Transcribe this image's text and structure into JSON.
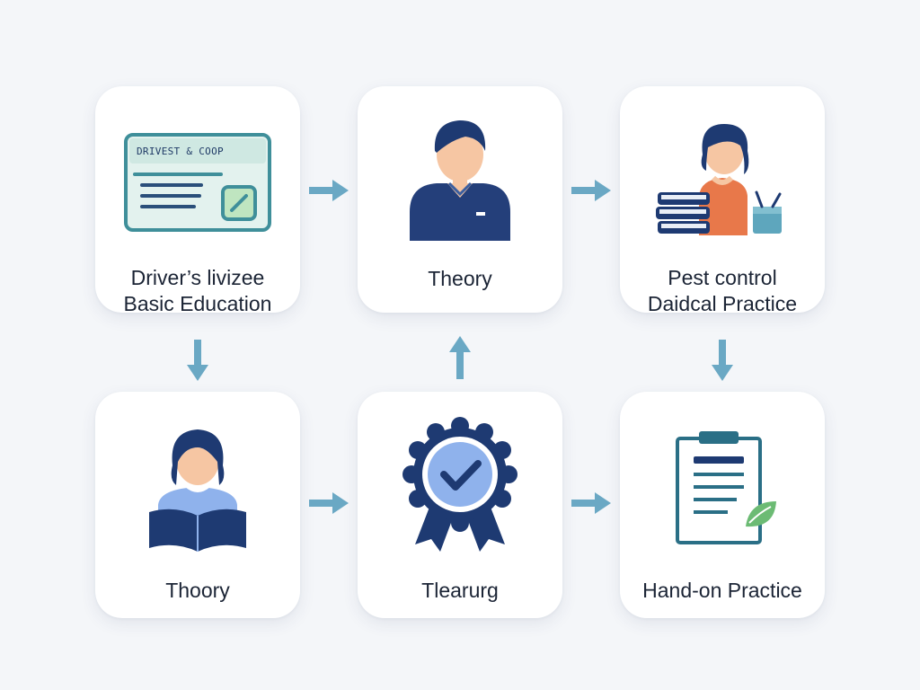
{
  "diagram": {
    "license_card_text": "DRIVEST & COOP",
    "steps": [
      {
        "line1": "Driver’s livizee",
        "line2": "Basic Education",
        "icon": "license-card-icon"
      },
      {
        "line1": "Theory",
        "line2": "",
        "icon": "instructor-icon"
      },
      {
        "line1": "Pest control",
        "line2": "Daidcal Practice",
        "icon": "student-with-books-icon"
      },
      {
        "line1": "Thoory",
        "line2": "",
        "icon": "reader-icon"
      },
      {
        "line1": "Tlearurg",
        "line2": "",
        "icon": "certification-badge-icon"
      },
      {
        "line1": "Hand-on Practice",
        "line2": "",
        "icon": "checklist-clipboard-icon"
      }
    ],
    "colors": {
      "navy": "#1e3a72",
      "arrow": "#6aa8c4",
      "skin": "#f6c6a3",
      "card_teal": "#3f8f9a",
      "orange": "#e8784a",
      "badge_blue": "#8fb2ec",
      "leaf_green": "#6cbb74"
    }
  }
}
